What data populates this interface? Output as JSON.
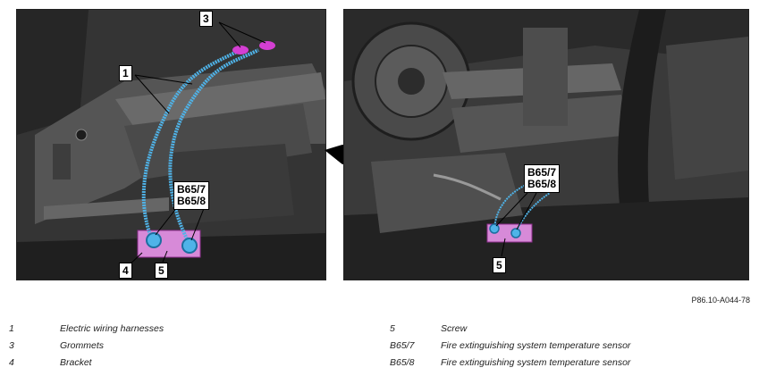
{
  "figure_id": "P86.10-A044-78",
  "left_panel": {
    "callouts": {
      "grommets": "3",
      "harnesses": "1",
      "sensor_a": "B65/7",
      "sensor_b": "B65/8",
      "bracket": "4",
      "screw": "5"
    }
  },
  "right_panel": {
    "callouts": {
      "sensor_a": "B65/7",
      "sensor_b": "B65/8",
      "screw": "5"
    }
  },
  "legend": [
    {
      "key": "1",
      "text": "Electric wiring harnesses"
    },
    {
      "key": "3",
      "text": "Grommets"
    },
    {
      "key": "4",
      "text": "Bracket"
    },
    {
      "key": "5",
      "text": "Screw"
    },
    {
      "key": "B65/7",
      "text": "Fire extinguishing system temperature sensor"
    },
    {
      "key": "B65/8",
      "text": "Fire extinguishing system temperature sensor"
    }
  ],
  "colors": {
    "harness": "#4fb3e8",
    "grommet": "#d43fd3",
    "background": "#2e2e2e"
  }
}
